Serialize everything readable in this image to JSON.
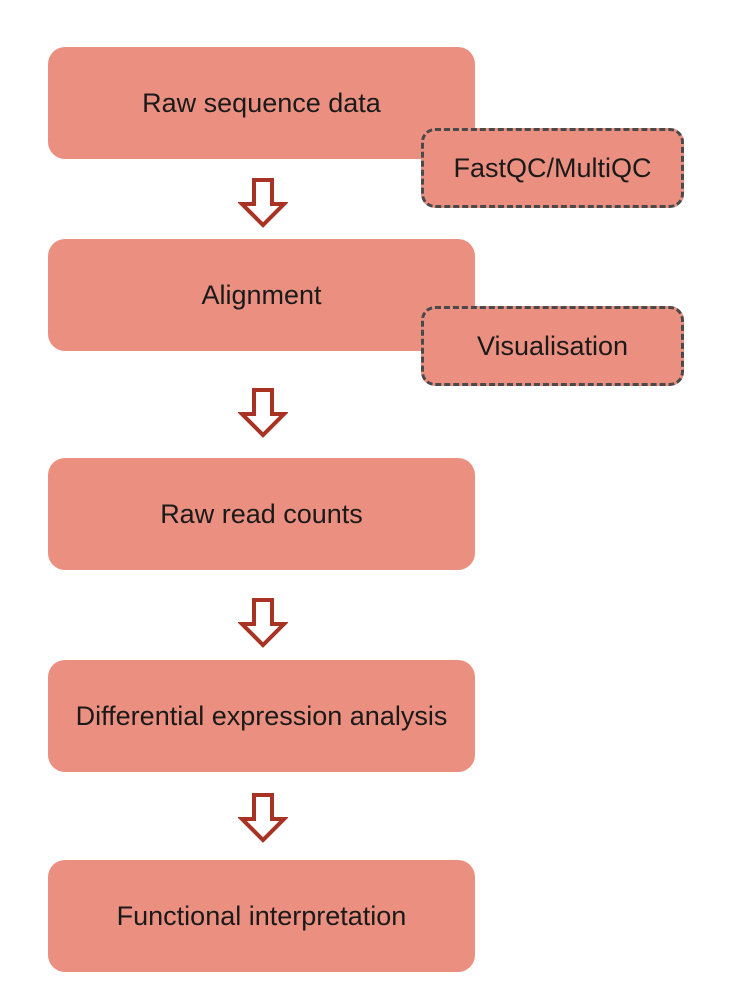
{
  "steps": [
    {
      "label": "Raw sequence data"
    },
    {
      "label": "Alignment"
    },
    {
      "label": "Raw read counts"
    },
    {
      "label": "Differential expression analysis"
    },
    {
      "label": "Functional interpretation"
    }
  ],
  "side_steps": [
    {
      "label": "FastQC/MultiQC"
    },
    {
      "label": "Visualisation"
    }
  ],
  "colors": {
    "box_fill": "#eb9080",
    "arrow_stroke": "#a83224",
    "dashed_border": "#4a4a4a"
  },
  "icons": {
    "connector": "arrow-down-icon"
  }
}
